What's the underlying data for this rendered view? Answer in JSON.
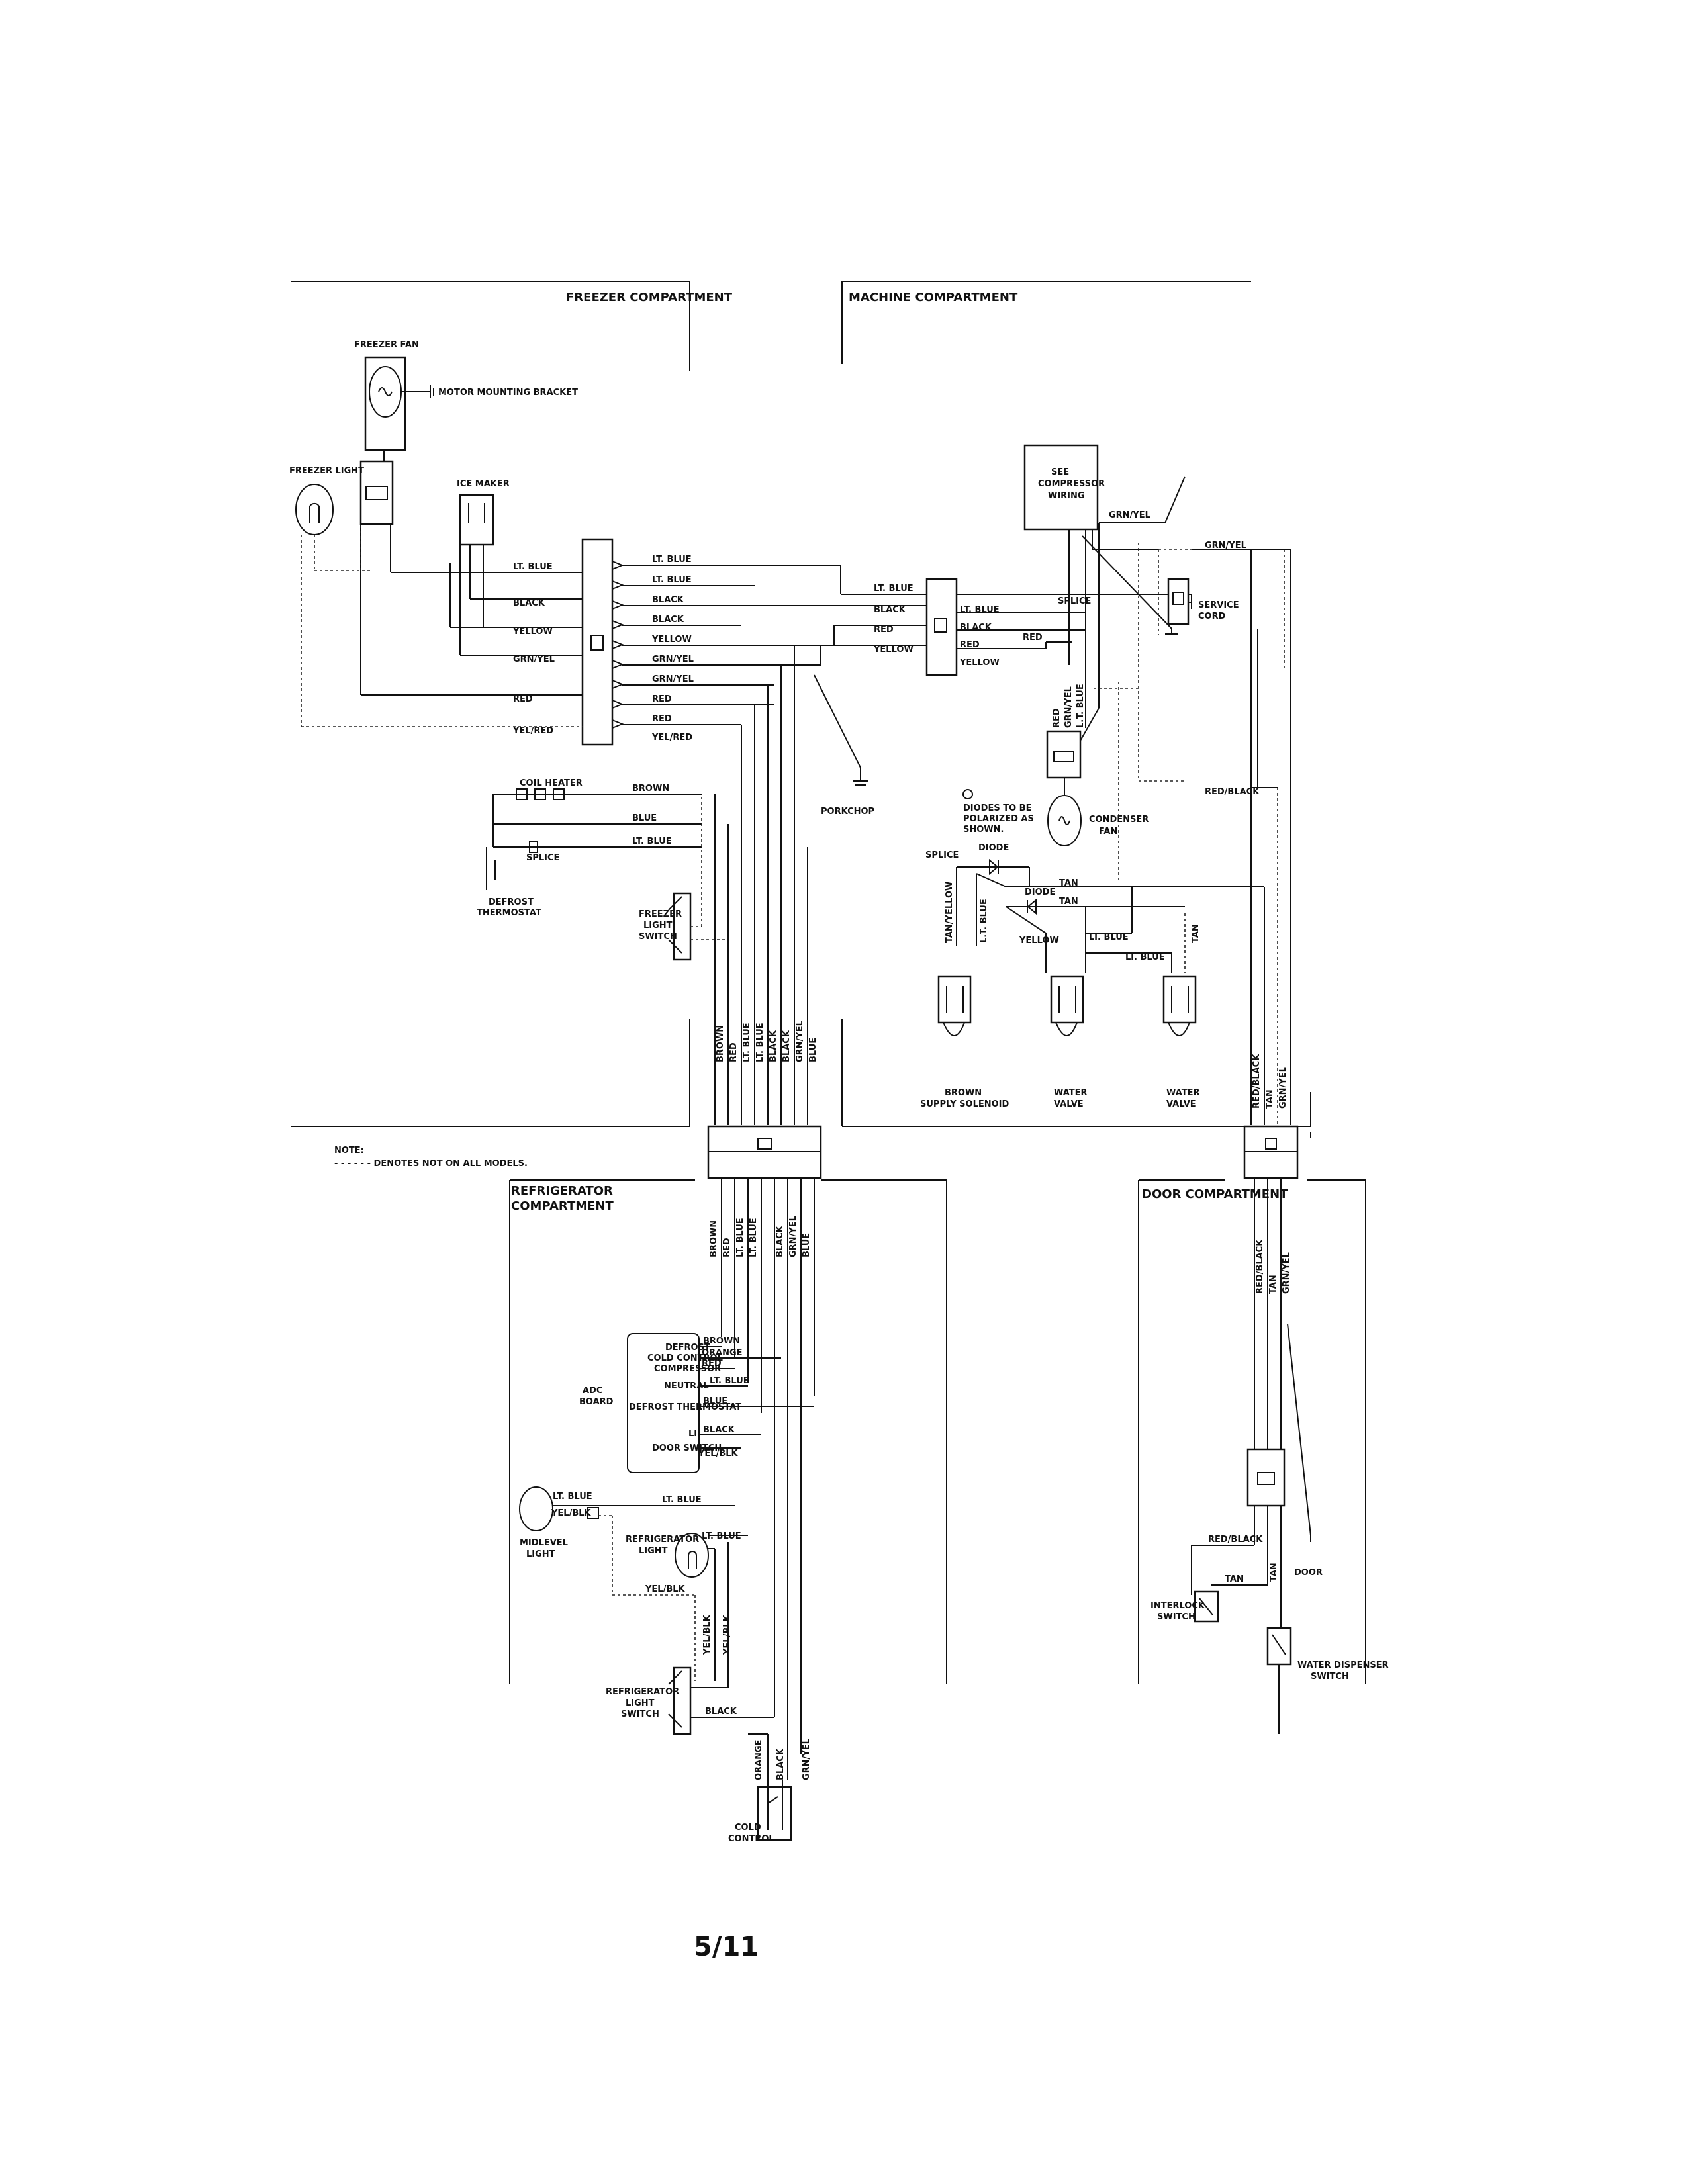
{
  "compartments": {
    "freezer": "FREEZER COMPARTMENT",
    "machine": "MACHINE COMPARTMENT",
    "refrigerator_1": "REFRIGERATOR",
    "refrigerator_2": "COMPARTMENT",
    "door": "DOOR COMPARTMENT"
  },
  "components": {
    "freezer_fan": "FREEZER FAN",
    "motor_bracket": "MOTOR MOUNTING BRACKET",
    "freezer_light": "FREEZER LIGHT",
    "ice_maker": "ICE MAKER",
    "compressor_1": "SEE",
    "compressor_2": "COMPRESSOR",
    "compressor_3": "WIRING",
    "service_cord_1": "SERVICE",
    "service_cord_2": "CORD",
    "porkchop": "PORKCHOP",
    "coil_heater": "COIL HEATER",
    "splice": "SPLICE",
    "defrost_thermostat_1": "DEFROST",
    "defrost_thermostat_2": "THERMOSTAT",
    "freezer_light_switch_1": "FREEZER",
    "freezer_light_switch_2": "LIGHT",
    "freezer_light_switch_3": "SWITCH",
    "condenser_fan_1": "CONDENSER",
    "condenser_fan_2": "FAN",
    "diode_note_1": "DIODES TO BE",
    "diode_note_2": "POLARIZED AS",
    "diode_note_3": "SHOWN.",
    "diode": "DIODE",
    "supply_solenoid_1": "BROWN",
    "supply_solenoid_2": "SUPPLY SOLENOID",
    "water_valve_1": "WATER",
    "water_valve_2": "VALVE",
    "note_title": "NOTE:",
    "note_text": "- - - - - - DENOTES NOT ON ALL MODELS.",
    "adc_board_1": "ADC",
    "adc_board_2": "BOARD",
    "adc_defrost": "DEFROST",
    "adc_cold_control": "COLD CONTROL",
    "adc_compressor": "COMPRESSOR",
    "adc_neutral": "NEUTRAL",
    "adc_defrost_thermostat": "DEFROST THERMOSTAT",
    "adc_li": "LI",
    "adc_door_switch": "DOOR SWITCH",
    "midlevel_light_1": "MIDLEVEL",
    "midlevel_light_2": "LIGHT",
    "refrigerator_light_1": "REFRIGERATOR",
    "refrigerator_light_2": "LIGHT",
    "refrigerator_light_switch_1": "REFRIGERATOR",
    "refrigerator_light_switch_2": "LIGHT",
    "refrigerator_light_switch_3": "SWITCH",
    "cold_control_1": "COLD",
    "cold_control_2": "CONTROL",
    "interlock_switch_1": "INTERLOCK",
    "interlock_switch_2": "SWITCH",
    "door": "DOOR",
    "water_dispenser_switch_1": "WATER DISPENSER",
    "water_dispenser_switch_2": "SWITCH"
  },
  "wires": {
    "lt_blue": "LT. BLUE",
    "black": "BLACK",
    "yellow": "YELLOW",
    "grn_yel": "GRN/YEL",
    "red": "RED",
    "yel_red": "YEL/RED",
    "brown": "BROWN",
    "blue": "BLUE",
    "red_black": "RED/BLACK",
    "tan": "TAN",
    "tan_yellow": "TAN/YELLOW",
    "orange": "ORANGE",
    "yel_blk": "YEL/BLK",
    "lt_blue_v": "L.T. BLUE"
  },
  "page_number": "5/11"
}
